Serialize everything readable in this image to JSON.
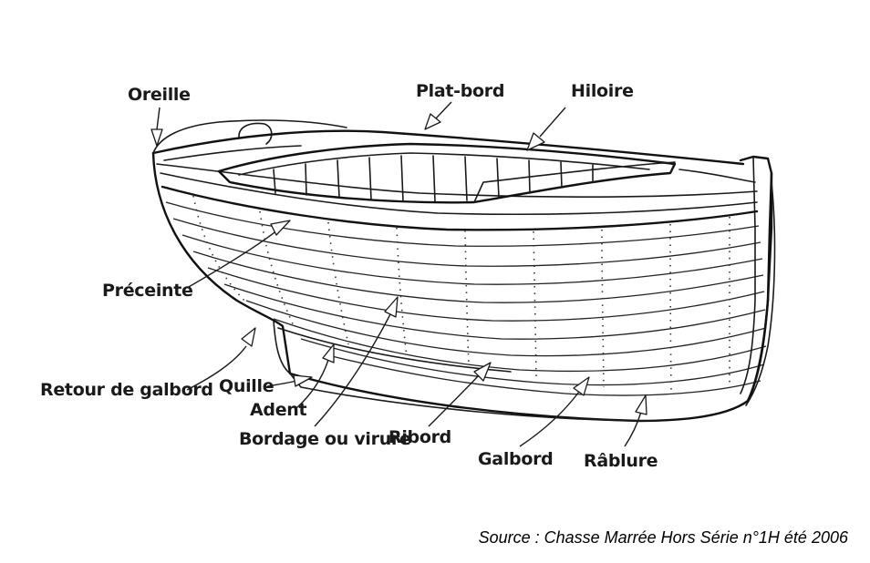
{
  "labels": {
    "oreille": "Oreille",
    "plat_bord": "Plat-bord",
    "hiloire": "Hiloire",
    "preceinte": "Préceinte",
    "retour_de_galbord": "Retour de galbord",
    "quille": "Quille",
    "adent": "Adent",
    "bordage_ou_virure": "Bordage ou virure",
    "ribord": "Ribord",
    "galbord": "Galbord",
    "rablure": "Râblure"
  },
  "source": "Source : Chasse Marrée Hors Série n°1H été 2006"
}
